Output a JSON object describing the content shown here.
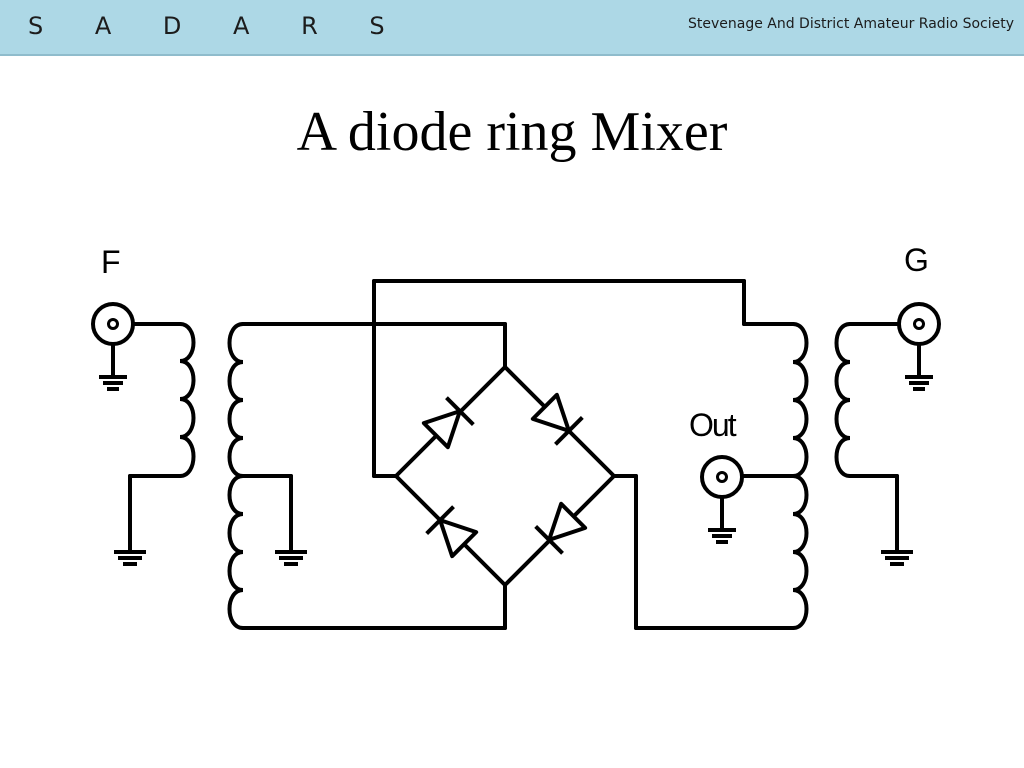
{
  "header": {
    "brand": "S A D A R S",
    "society": "Stevenage And District Amateur Radio Society",
    "background": "#add8e6"
  },
  "title": "A diode ring Mixer",
  "diagram": {
    "labels": {
      "input_f": "F",
      "input_g": "G",
      "output": "Out"
    },
    "components": [
      "connector-f",
      "connector-g",
      "connector-out",
      "transformer-left",
      "transformer-right",
      "diode-ring"
    ]
  }
}
